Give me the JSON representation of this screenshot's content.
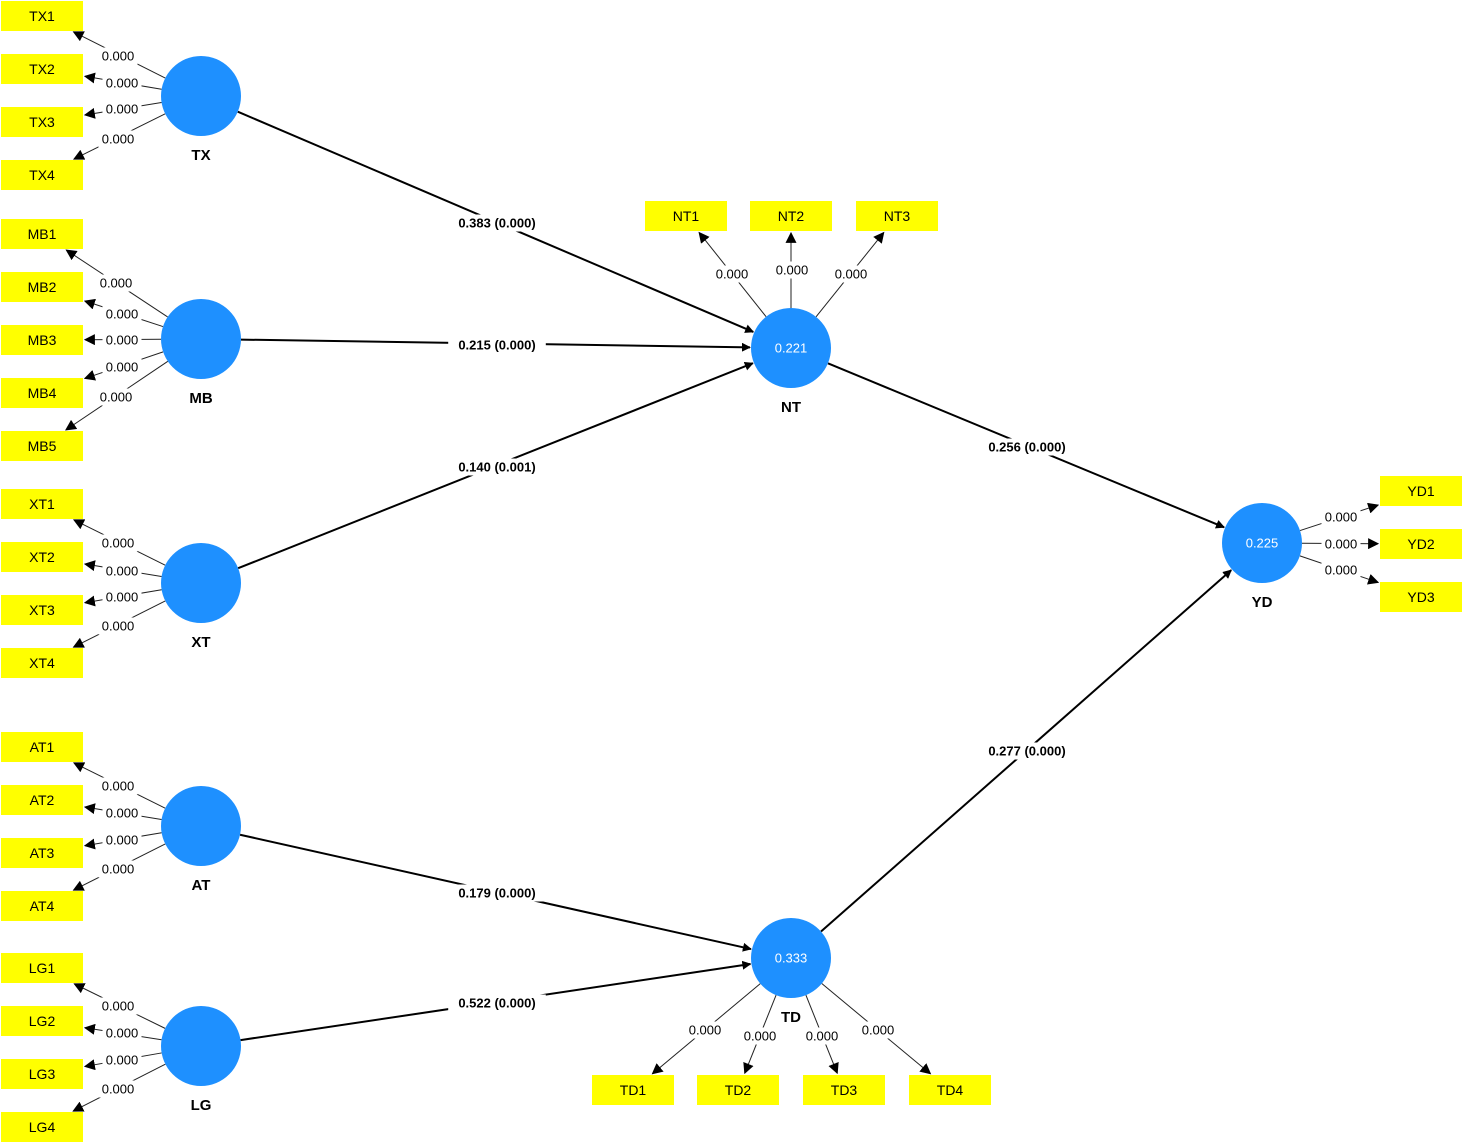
{
  "colors": {
    "latent_fill": "#1e90ff",
    "indicator_fill": "#ffff00",
    "edge": "#000000"
  },
  "latent_variables": [
    {
      "id": "TX",
      "name": "TX",
      "r2": ""
    },
    {
      "id": "MB",
      "name": "MB",
      "r2": ""
    },
    {
      "id": "XT",
      "name": "XT",
      "r2": ""
    },
    {
      "id": "AT",
      "name": "AT",
      "r2": ""
    },
    {
      "id": "LG",
      "name": "LG",
      "r2": ""
    },
    {
      "id": "NT",
      "name": "NT",
      "r2": "0.221"
    },
    {
      "id": "TD",
      "name": "TD",
      "r2": "0.333"
    },
    {
      "id": "YD",
      "name": "YD",
      "r2": "0.225"
    }
  ],
  "indicators": [
    {
      "id": "TX1",
      "label": "TX1",
      "latent": "TX",
      "p_value": "0.000"
    },
    {
      "id": "TX2",
      "label": "TX2",
      "latent": "TX",
      "p_value": "0.000"
    },
    {
      "id": "TX3",
      "label": "TX3",
      "latent": "TX",
      "p_value": "0.000"
    },
    {
      "id": "TX4",
      "label": "TX4",
      "latent": "TX",
      "p_value": "0.000"
    },
    {
      "id": "MB1",
      "label": "MB1",
      "latent": "MB",
      "p_value": "0.000"
    },
    {
      "id": "MB2",
      "label": "MB2",
      "latent": "MB",
      "p_value": "0.000"
    },
    {
      "id": "MB3",
      "label": "MB3",
      "latent": "MB",
      "p_value": "0.000"
    },
    {
      "id": "MB4",
      "label": "MB4",
      "latent": "MB",
      "p_value": "0.000"
    },
    {
      "id": "MB5",
      "label": "MB5",
      "latent": "MB",
      "p_value": "0.000"
    },
    {
      "id": "XT1",
      "label": "XT1",
      "latent": "XT",
      "p_value": "0.000"
    },
    {
      "id": "XT2",
      "label": "XT2",
      "latent": "XT",
      "p_value": "0.000"
    },
    {
      "id": "XT3",
      "label": "XT3",
      "latent": "XT",
      "p_value": "0.000"
    },
    {
      "id": "XT4",
      "label": "XT4",
      "latent": "XT",
      "p_value": "0.000"
    },
    {
      "id": "AT1",
      "label": "AT1",
      "latent": "AT",
      "p_value": "0.000"
    },
    {
      "id": "AT2",
      "label": "AT2",
      "latent": "AT",
      "p_value": "0.000"
    },
    {
      "id": "AT3",
      "label": "AT3",
      "latent": "AT",
      "p_value": "0.000"
    },
    {
      "id": "AT4",
      "label": "AT4",
      "latent": "AT",
      "p_value": "0.000"
    },
    {
      "id": "LG1",
      "label": "LG1",
      "latent": "LG",
      "p_value": "0.000"
    },
    {
      "id": "LG2",
      "label": "LG2",
      "latent": "LG",
      "p_value": "0.000"
    },
    {
      "id": "LG3",
      "label": "LG3",
      "latent": "LG",
      "p_value": "0.000"
    },
    {
      "id": "LG4",
      "label": "LG4",
      "latent": "LG",
      "p_value": "0.000"
    },
    {
      "id": "NT1",
      "label": "NT1",
      "latent": "NT",
      "p_value": "0.000"
    },
    {
      "id": "NT2",
      "label": "NT2",
      "latent": "NT",
      "p_value": "0.000"
    },
    {
      "id": "NT3",
      "label": "NT3",
      "latent": "NT",
      "p_value": "0.000"
    },
    {
      "id": "TD1",
      "label": "TD1",
      "latent": "TD",
      "p_value": "0.000"
    },
    {
      "id": "TD2",
      "label": "TD2",
      "latent": "TD",
      "p_value": "0.000"
    },
    {
      "id": "TD3",
      "label": "TD3",
      "latent": "TD",
      "p_value": "0.000"
    },
    {
      "id": "TD4",
      "label": "TD4",
      "latent": "TD",
      "p_value": "0.000"
    },
    {
      "id": "YD1",
      "label": "YD1",
      "latent": "YD",
      "p_value": "0.000"
    },
    {
      "id": "YD2",
      "label": "YD2",
      "latent": "YD",
      "p_value": "0.000"
    },
    {
      "id": "YD3",
      "label": "YD3",
      "latent": "YD",
      "p_value": "0.000"
    }
  ],
  "paths": [
    {
      "from": "TX",
      "to": "NT",
      "label": "0.383 (0.000)"
    },
    {
      "from": "MB",
      "to": "NT",
      "label": "0.215 (0.000)"
    },
    {
      "from": "XT",
      "to": "NT",
      "label": "0.140 (0.001)"
    },
    {
      "from": "AT",
      "to": "TD",
      "label": "0.179 (0.000)"
    },
    {
      "from": "LG",
      "to": "TD",
      "label": "0.522 (0.000)"
    },
    {
      "from": "NT",
      "to": "YD",
      "label": "0.256 (0.000)"
    },
    {
      "from": "TD",
      "to": "YD",
      "label": "0.277 (0.000)"
    }
  ]
}
